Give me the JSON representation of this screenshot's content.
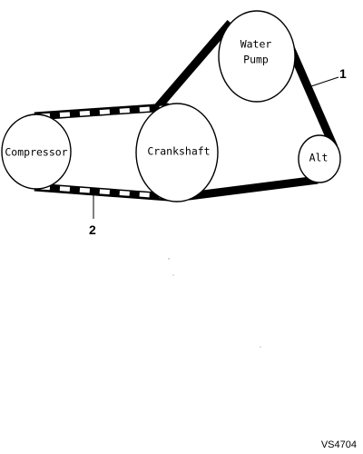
{
  "pulleys": {
    "water_pump": {
      "line1": "Water",
      "line2": "Pump"
    },
    "compressor": {
      "label": "Compressor"
    },
    "crankshaft": {
      "label": "Crankshaft"
    },
    "alternator": {
      "label": "Alt"
    }
  },
  "callouts": {
    "belt_1": "1",
    "belt_2": "2"
  },
  "reference_code": "VS4704"
}
